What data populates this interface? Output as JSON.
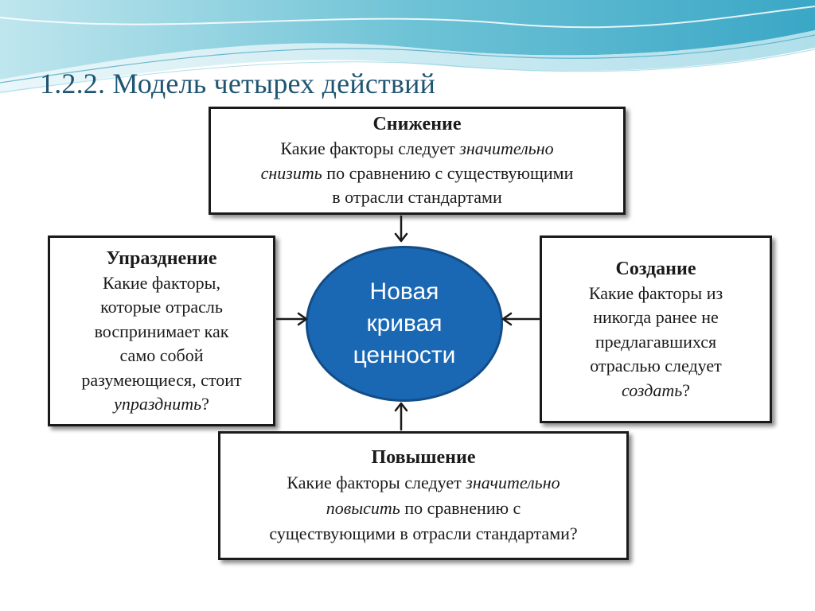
{
  "title": "1.2.2. Модель четырех действий",
  "center": {
    "lines": [
      "Новая",
      "кривая",
      "ценности"
    ],
    "color": "#1a68b4"
  },
  "reduce": {
    "heading": "Снижение",
    "text_before": "Какие факторы следует ",
    "italic1": "значительно",
    "italic2": "снизить",
    "text_after": " по сравнению с существующими",
    "line3": "в отрасли стандартами"
  },
  "eliminate": {
    "heading": "Упразднение",
    "lines": [
      "Какие факторы,",
      "которые отрасль",
      "воспринимает как",
      "само собой",
      "разумеющиеся, стоит"
    ],
    "italic": "упразднить",
    "suffix": "?"
  },
  "create": {
    "heading": "Создание",
    "lines": [
      "Какие факторы из",
      "никогда ранее не",
      "предлагавшихся",
      "отраслью следует"
    ],
    "italic": "создать",
    "suffix": "?"
  },
  "raise": {
    "heading": "Повышение",
    "text_before": "Какие факторы следует ",
    "italic1": "значительно",
    "italic2": "повысить",
    "text_after": " по сравнению с",
    "line3": "существующими в отрасли стандартами?"
  }
}
